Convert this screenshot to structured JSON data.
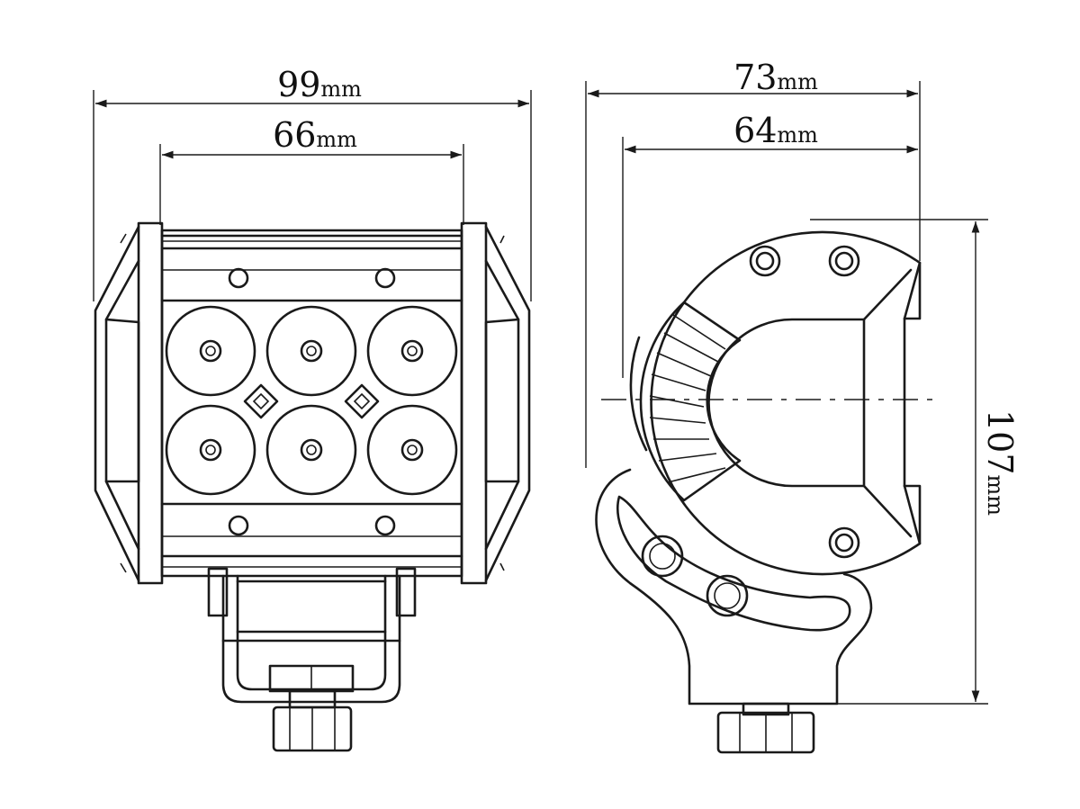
{
  "dimensions": {
    "front_overall_width": {
      "value": "99",
      "unit": "mm"
    },
    "front_lens_width": {
      "value": "66",
      "unit": "mm"
    },
    "side_overall_depth": {
      "value": "73",
      "unit": "mm"
    },
    "side_housing_depth": {
      "value": "64",
      "unit": "mm"
    },
    "side_overall_height": {
      "value": "107",
      "unit": "mm"
    }
  },
  "colors": {
    "line": "#1a1a1a",
    "background": "#ffffff"
  }
}
